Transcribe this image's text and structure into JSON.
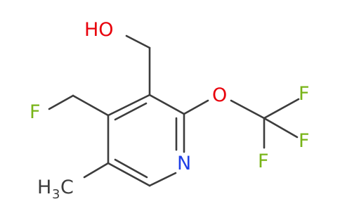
{
  "molecule": {
    "atom_labels": {
      "hydroxyl": "HO",
      "ring_nitrogen": "N",
      "ether_oxygen": "O",
      "fluoromethyl_f": "F",
      "cf3_f_top": "F",
      "cf3_f_right": "F",
      "cf3_f_bottom": "F",
      "methyl_h": "H",
      "methyl_sub": "3",
      "methyl_c": "C"
    },
    "colors": {
      "bond": "#3c3c3c",
      "carbon_hydrogen": "#3c3c3c",
      "oxygen": "#e8000b",
      "nitrogen": "#1f3fe6",
      "fluorine": "#78b418"
    }
  }
}
